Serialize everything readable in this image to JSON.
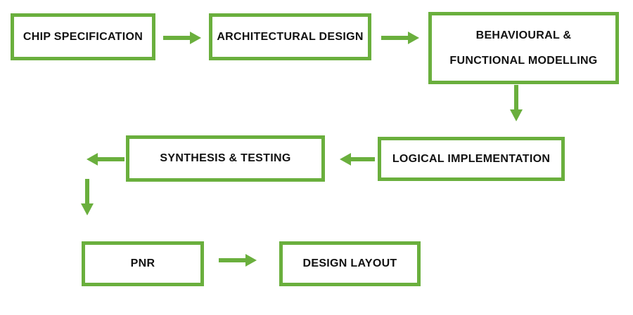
{
  "diagram": {
    "accent_color": "#6aaf3d",
    "steps": [
      {
        "label": "CHIP SPECIFICATION"
      },
      {
        "label": "ARCHITECTURAL DESIGN"
      },
      {
        "label": "BEHAVIOURAL & FUNCTIONAL MODELLING"
      },
      {
        "label": "LOGICAL IMPLEMENTATION"
      },
      {
        "label": "SYNTHESIS & TESTING"
      },
      {
        "label": "PNR"
      },
      {
        "label": "DESIGN LAYOUT"
      }
    ]
  }
}
